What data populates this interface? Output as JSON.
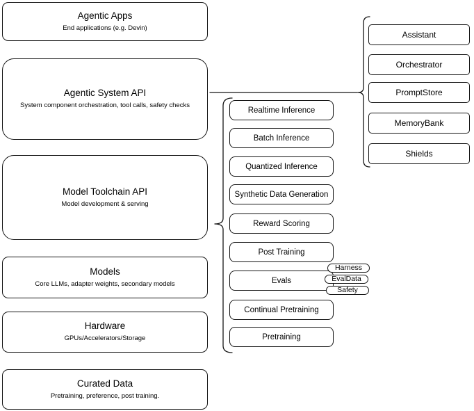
{
  "diagram": {
    "layers": [
      {
        "id": "agentic-apps",
        "title": "Agentic Apps",
        "subtitle": "End applications (e.g. Devin)"
      },
      {
        "id": "agentic-system-api",
        "title": "Agentic System API",
        "subtitle": "System component orchestration, tool calls, safety checks"
      },
      {
        "id": "model-toolchain-api",
        "title": "Model Toolchain API",
        "subtitle": "Model development & serving"
      },
      {
        "id": "models",
        "title": "Models",
        "subtitle": "Core LLMs, adapter weights, secondary models"
      },
      {
        "id": "hardware",
        "title": "Hardware",
        "subtitle": "GPUs/Accelerators/Storage"
      },
      {
        "id": "curated-data",
        "title": "Curated Data",
        "subtitle": "Pretraining, preference, post training."
      }
    ],
    "toolchain_capabilities": [
      "Realtime Inference",
      "Batch Inference",
      "Quantized Inference",
      "Synthetic Data Generation",
      "Reward Scoring",
      "Post Training",
      "Evals",
      "Continual Pretraining",
      "Pretraining"
    ],
    "eval_tags": [
      "Harness",
      "EvalData",
      "Safety"
    ],
    "system_components": [
      "Assistant",
      "Orchestrator",
      "PromptStore",
      "MemoryBank",
      "Shields"
    ],
    "colors": {
      "stroke": "#141414",
      "background": "#ffffff",
      "text": "#000000"
    }
  }
}
